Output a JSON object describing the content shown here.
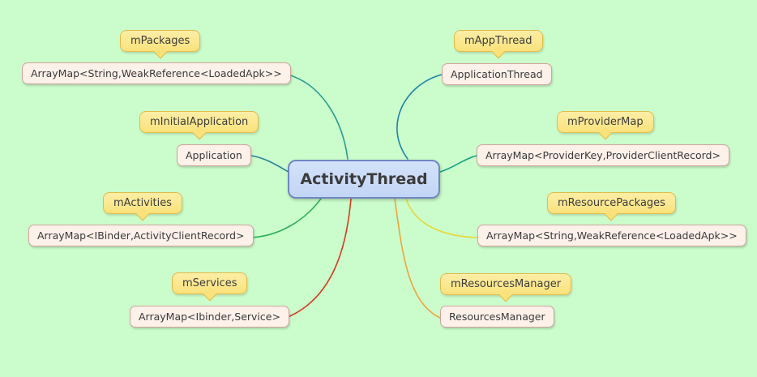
{
  "app": {
    "background_color": "#cbfccb"
  },
  "center": {
    "label": "ActivityThread",
    "fill_color": "#c9daf8",
    "border_color": "#7087c2"
  },
  "styles": {
    "callout_fill": "#f9e27c",
    "callout_border": "#e2bb4a",
    "topic_fill": "#fdf1ea",
    "topic_border": "#d0a49b"
  },
  "branches": [
    {
      "field": "mPackages",
      "type": "ArrayMap<String,WeakReference<LoadedApk>>",
      "edge_color": "#2a9d94",
      "side": "top-left"
    },
    {
      "field": "mAppThread",
      "type": "ApplicationThread",
      "edge_color": "#1d84a8",
      "side": "top-right"
    },
    {
      "field": "mInitialApplication",
      "type": "Application",
      "edge_color": "#2b7fa0",
      "side": "mid-left"
    },
    {
      "field": "mProviderMap",
      "type": "ArrayMap<ProviderKey,ProviderClientRecord>",
      "edge_color": "#13a287",
      "side": "mid-right"
    },
    {
      "field": "mActivities",
      "type": "ArrayMap<IBinder,ActivityClientRecord>",
      "edge_color": "#2fb05a",
      "side": "lower-left"
    },
    {
      "field": "mResourcePackages",
      "type": "ArrayMap<String,WeakReference<LoadedApk>>",
      "edge_color": "#e6d839",
      "side": "lower-right"
    },
    {
      "field": "mServices",
      "type": "ArrayMap<Ibinder,Service>",
      "edge_color": "#d43c20",
      "side": "bottom-left"
    },
    {
      "field": "mResourcesManager",
      "type": "ResourcesManager",
      "edge_color": "#efa43e",
      "side": "bottom-right"
    }
  ]
}
